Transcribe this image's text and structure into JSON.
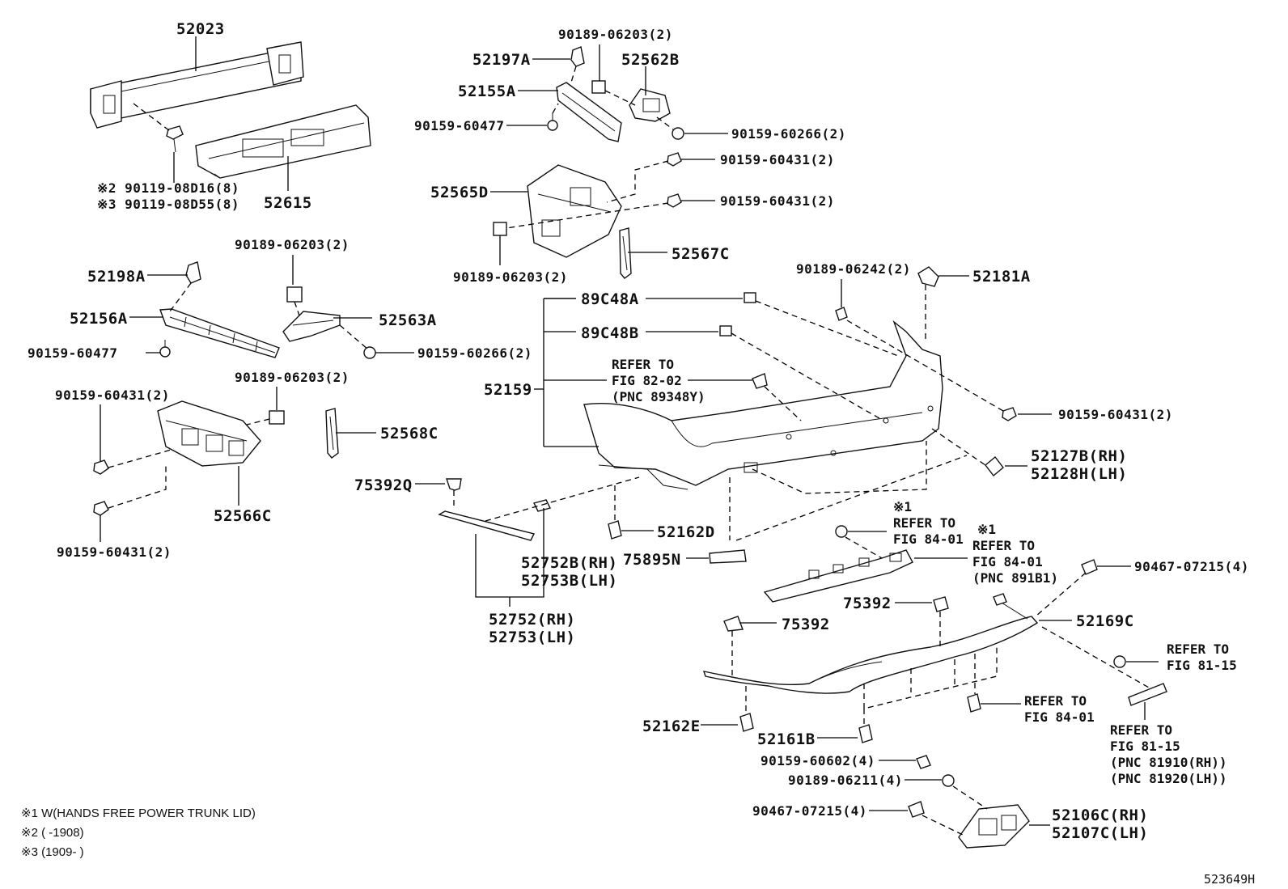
{
  "part_labels": {
    "p52023": "52023",
    "p52615": "52615",
    "p90119_08d16": "※2 90119-08D16(8)",
    "p90119_08d55": "※3 90119-08D55(8)",
    "p52198a": "52198A",
    "p52156a": "52156A",
    "p90159_60477_l": "90159-60477",
    "p90189_06203_l1": "90189-06203(2)",
    "p52563a": "52563A",
    "p90159_60266_l": "90159-60266(2)",
    "p90189_06203_l2": "90189-06203(2)",
    "p90159_60431_l1": "90159-60431(2)",
    "p52568c": "52568C",
    "p52566c": "52566C",
    "p90159_60431_l2": "90159-60431(2)",
    "p90189_06203_t": "90189-06203(2)",
    "p52197a": "52197A",
    "p52562b": "52562B",
    "p52155a": "52155A",
    "p90159_60477_t": "90159-60477",
    "p90159_60266_t": "90159-60266(2)",
    "p90159_60431_t1": "90159-60431(2)",
    "p52565d": "52565D",
    "p90159_60431_t2": "90159-60431(2)",
    "p52567c": "52567C",
    "p90189_06203_b": "90189-06203(2)",
    "p90189_06242": "90189-06242(2)",
    "p52181a": "52181A",
    "p89c48a": "89C48A",
    "p89c48b": "89C48B",
    "p52159": "52159",
    "p90159_60431_r": "90159-60431(2)",
    "p52127b": "52127B(RH)",
    "p52128h": "52128H(LH)",
    "p75392q": "75392Q",
    "p52162d": "52162D",
    "p75895n": "75895N",
    "p52752b": "52752B(RH)",
    "p52753b": "52753B(LH)",
    "p52752": "52752(RH)",
    "p52753": "52753(LH)",
    "p90467_07215_r": "90467-07215(4)",
    "p75392_a": "75392",
    "p75392_b": "75392",
    "p52169c": "52169C",
    "p52162e": "52162E",
    "p52161b": "52161B",
    "p90159_60602": "90159-60602(4)",
    "p90189_06211": "90189-06211(4)",
    "p90467_07215_b": "90467-07215(4)",
    "p52106c": "52106C(RH)",
    "p52107c": "52107C(LH)"
  },
  "refer_notes": {
    "fig82_02": [
      "REFER TO",
      "FIG 82-02",
      "(PNC 89348Y)"
    ],
    "fig84_01_a": [
      "※1",
      "REFER TO",
      "FIG 84-01"
    ],
    "fig84_01_b": [
      "※1",
      "REFER TO",
      "FIG 84-01",
      "(PNC 891B1)"
    ],
    "fig81_15_a": [
      "REFER TO",
      "FIG 81-15"
    ],
    "fig84_01_c": [
      "REFER TO",
      "FIG 84-01"
    ],
    "fig81_15_b": [
      "REFER TO",
      "FIG 81-15",
      "(PNC 81910(RH))",
      "(PNC 81920(LH))"
    ]
  },
  "footnotes": {
    "note1": "※1 W(HANDS FREE POWER TRUNK LID)",
    "note2": "※2 (       -1908)",
    "note3": "※3 (1909-        )"
  },
  "figure_code": "523649H"
}
